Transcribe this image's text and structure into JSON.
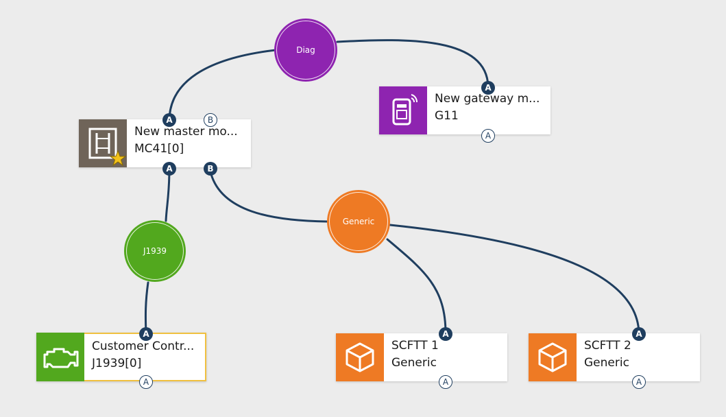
{
  "buses": {
    "diag": {
      "label": "Diag",
      "color": "#8e24b0"
    },
    "j1939": {
      "label": "J1939",
      "color": "#52a81e"
    },
    "generic": {
      "label": "Generic",
      "color": "#ee7a24"
    }
  },
  "nodes": {
    "master": {
      "title": "New master mo...",
      "subtitle": "MC41[0]",
      "icon": "master-module-icon",
      "color": "#6f6459",
      "badge": "star-icon"
    },
    "gateway": {
      "title": "New gateway m...",
      "subtitle": "G11",
      "icon": "gateway-device-icon",
      "color": "#8e24b0"
    },
    "customer": {
      "title": "Customer Contr...",
      "subtitle": "J1939[0]",
      "icon": "engine-icon",
      "color": "#52a81e"
    },
    "scftt1": {
      "title": "SCFTT 1",
      "subtitle": "Generic",
      "icon": "cube-icon",
      "color": "#ee7a24"
    },
    "scftt2": {
      "title": "SCFTT 2",
      "subtitle": "Generic",
      "icon": "cube-icon",
      "color": "#ee7a24"
    }
  },
  "ports": {
    "a": "A",
    "b": "B"
  },
  "colors": {
    "wire": "#1f3e5f",
    "port": "#1f3e5f",
    "selected_border": "#f0c040",
    "background": "#ececec"
  }
}
